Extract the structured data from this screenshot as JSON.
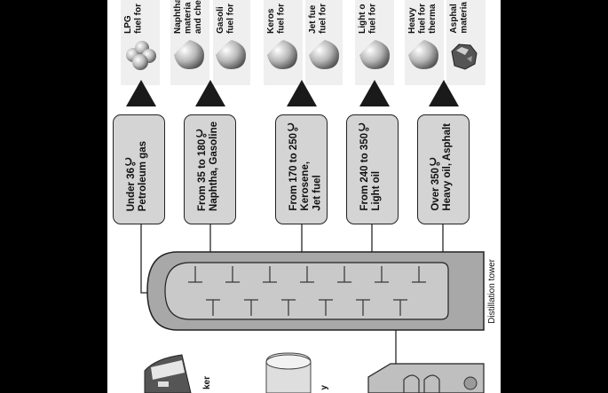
{
  "products": [
    {
      "name": "LPG",
      "use": "fuel for"
    },
    {
      "name": "Naphtha",
      "use": "materia",
      "use2": "and che"
    },
    {
      "name": "Gasoli",
      "use": "fuel for"
    },
    {
      "name": "Keros",
      "use": "fuel for"
    },
    {
      "name": "Jet fue",
      "use": "fuel for"
    },
    {
      "name": "Light o",
      "use": "fuel for"
    },
    {
      "name": "Heavy",
      "use": "fuel for",
      "use2": "therma"
    },
    {
      "name": "Asphal",
      "use": "materia"
    }
  ],
  "fractions": [
    {
      "temp": "Under 36℃",
      "label": "Petroleum gas"
    },
    {
      "temp": "From 35 to 180℃",
      "label": "Naphtha, Gasoline"
    },
    {
      "temp": "From 170 to 250℃",
      "label": "Kerosene,",
      "label2": "Jet fuel"
    },
    {
      "temp": "From 240 to 350℃",
      "label": "Light oil"
    },
    {
      "temp": "Over 350℃",
      "label": "Heavy oil, Asphalt"
    }
  ],
  "tower_label": "Distillation tower",
  "tanker_label": "ker",
  "refinery_label": "y",
  "colors": {
    "background": "#000000",
    "panel": "#ffffff",
    "box_fill": "#d4d4d4",
    "tower_fill": "#bdbdbd",
    "arrow": "#1a1a1a"
  },
  "icons": [
    "gas-cloud-icon",
    "droplet-icon",
    "rock-icon",
    "tanker-ship-icon",
    "storage-tank-icon",
    "furnace-icon"
  ]
}
